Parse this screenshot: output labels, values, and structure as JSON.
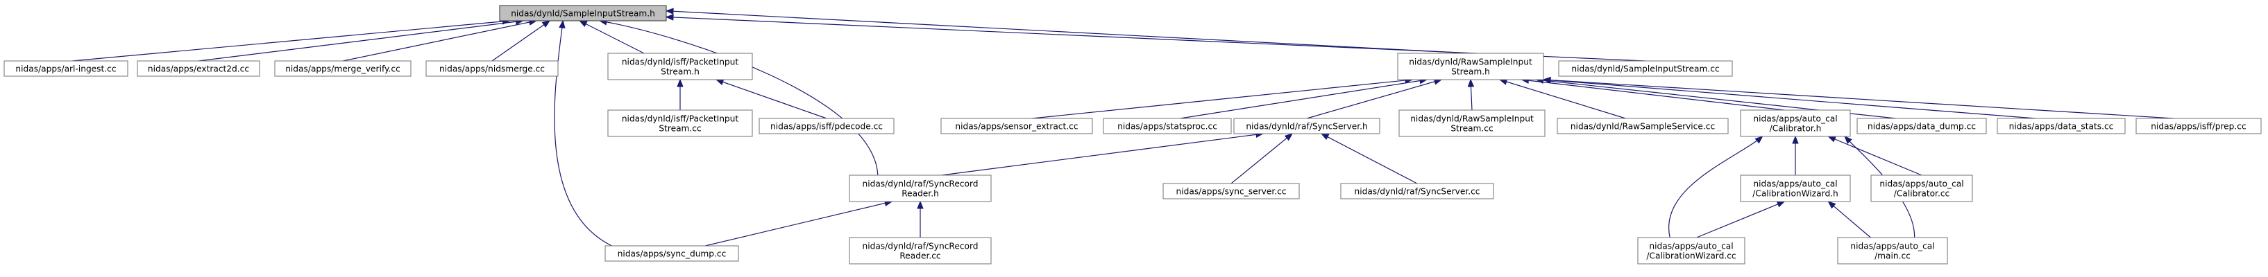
{
  "graph": {
    "nodes": [
      {
        "id": "root",
        "lines": [
          "nidas/dynld/SampleInputStream.h"
        ]
      },
      {
        "id": "arl",
        "lines": [
          "nidas/apps/arl-ingest.cc"
        ]
      },
      {
        "id": "ex2d",
        "lines": [
          "nidas/apps/extract2d.cc"
        ]
      },
      {
        "id": "merge",
        "lines": [
          "nidas/apps/merge_verify.cc"
        ]
      },
      {
        "id": "nidsm",
        "lines": [
          "nidas/apps/nidsmerge.cc"
        ]
      },
      {
        "id": "pktH",
        "lines": [
          "nidas/dynld/isff/PacketInput",
          "Stream.h"
        ]
      },
      {
        "id": "rawH",
        "lines": [
          "nidas/dynld/RawSampleInput",
          "Stream.h"
        ]
      },
      {
        "id": "sisCC",
        "lines": [
          "nidas/dynld/SampleInputStream.cc"
        ]
      },
      {
        "id": "pktCC",
        "lines": [
          "nidas/dynld/isff/PacketInput",
          "Stream.cc"
        ]
      },
      {
        "id": "pdec",
        "lines": [
          "nidas/apps/isff/pdecode.cc"
        ]
      },
      {
        "id": "sensx",
        "lines": [
          "nidas/apps/sensor_extract.cc"
        ]
      },
      {
        "id": "stats",
        "lines": [
          "nidas/apps/statsproc.cc"
        ]
      },
      {
        "id": "syncH",
        "lines": [
          "nidas/dynld/raf/SyncServer.h"
        ]
      },
      {
        "id": "rawCC",
        "lines": [
          "nidas/dynld/RawSampleInput",
          "Stream.cc"
        ]
      },
      {
        "id": "rawSvc",
        "lines": [
          "nidas/dynld/RawSampleService.cc"
        ]
      },
      {
        "id": "calH",
        "lines": [
          "nidas/apps/auto_cal",
          "/Calibrator.h"
        ]
      },
      {
        "id": "ddump",
        "lines": [
          "nidas/apps/data_dump.cc"
        ]
      },
      {
        "id": "dstat",
        "lines": [
          "nidas/apps/data_stats.cc"
        ]
      },
      {
        "id": "prep",
        "lines": [
          "nidas/apps/isff/prep.cc"
        ]
      },
      {
        "id": "srrH",
        "lines": [
          "nidas/dynld/raf/SyncRecord",
          "Reader.h"
        ]
      },
      {
        "id": "ssrv",
        "lines": [
          "nidas/apps/sync_server.cc"
        ]
      },
      {
        "id": "syncCC",
        "lines": [
          "nidas/dynld/raf/SyncServer.cc"
        ]
      },
      {
        "id": "wizH",
        "lines": [
          "nidas/apps/auto_cal",
          "/CalibrationWizard.h"
        ]
      },
      {
        "id": "calCC",
        "lines": [
          "nidas/apps/auto_cal",
          "/Calibrator.cc"
        ]
      },
      {
        "id": "sdump",
        "lines": [
          "nidas/apps/sync_dump.cc"
        ]
      },
      {
        "id": "srrCC",
        "lines": [
          "nidas/dynld/raf/SyncRecord",
          "Reader.cc"
        ]
      },
      {
        "id": "wizCC",
        "lines": [
          "nidas/apps/auto_cal",
          "/CalibrationWizard.cc"
        ]
      },
      {
        "id": "mainCC",
        "lines": [
          "nidas/apps/auto_cal",
          "/main.cc"
        ]
      }
    ],
    "edges": [
      {
        "from": "arl",
        "to": "root"
      },
      {
        "from": "ex2d",
        "to": "root"
      },
      {
        "from": "merge",
        "to": "root"
      },
      {
        "from": "nidsm",
        "to": "root"
      },
      {
        "from": "pktH",
        "to": "root"
      },
      {
        "from": "rawH",
        "to": "root"
      },
      {
        "from": "sisCC",
        "to": "root"
      },
      {
        "from": "srrH",
        "to": "root"
      },
      {
        "from": "sdump",
        "to": "root"
      },
      {
        "from": "pktCC",
        "to": "pktH"
      },
      {
        "from": "pdec",
        "to": "pktH"
      },
      {
        "from": "sensx",
        "to": "rawH"
      },
      {
        "from": "stats",
        "to": "rawH"
      },
      {
        "from": "syncH",
        "to": "rawH"
      },
      {
        "from": "rawCC",
        "to": "rawH"
      },
      {
        "from": "rawSvc",
        "to": "rawH"
      },
      {
        "from": "calH",
        "to": "rawH"
      },
      {
        "from": "ddump",
        "to": "rawH"
      },
      {
        "from": "dstat",
        "to": "rawH"
      },
      {
        "from": "prep",
        "to": "rawH"
      },
      {
        "from": "srrH",
        "to": "syncH"
      },
      {
        "from": "ssrv",
        "to": "syncH"
      },
      {
        "from": "syncCC",
        "to": "syncH"
      },
      {
        "from": "sdump",
        "to": "srrH"
      },
      {
        "from": "srrCC",
        "to": "srrH"
      },
      {
        "from": "wizH",
        "to": "calH"
      },
      {
        "from": "calCC",
        "to": "calH"
      },
      {
        "from": "wizCC",
        "to": "calH"
      },
      {
        "from": "mainCC",
        "to": "calH"
      },
      {
        "from": "wizCC",
        "to": "wizH"
      },
      {
        "from": "mainCC",
        "to": "wizH"
      }
    ]
  }
}
